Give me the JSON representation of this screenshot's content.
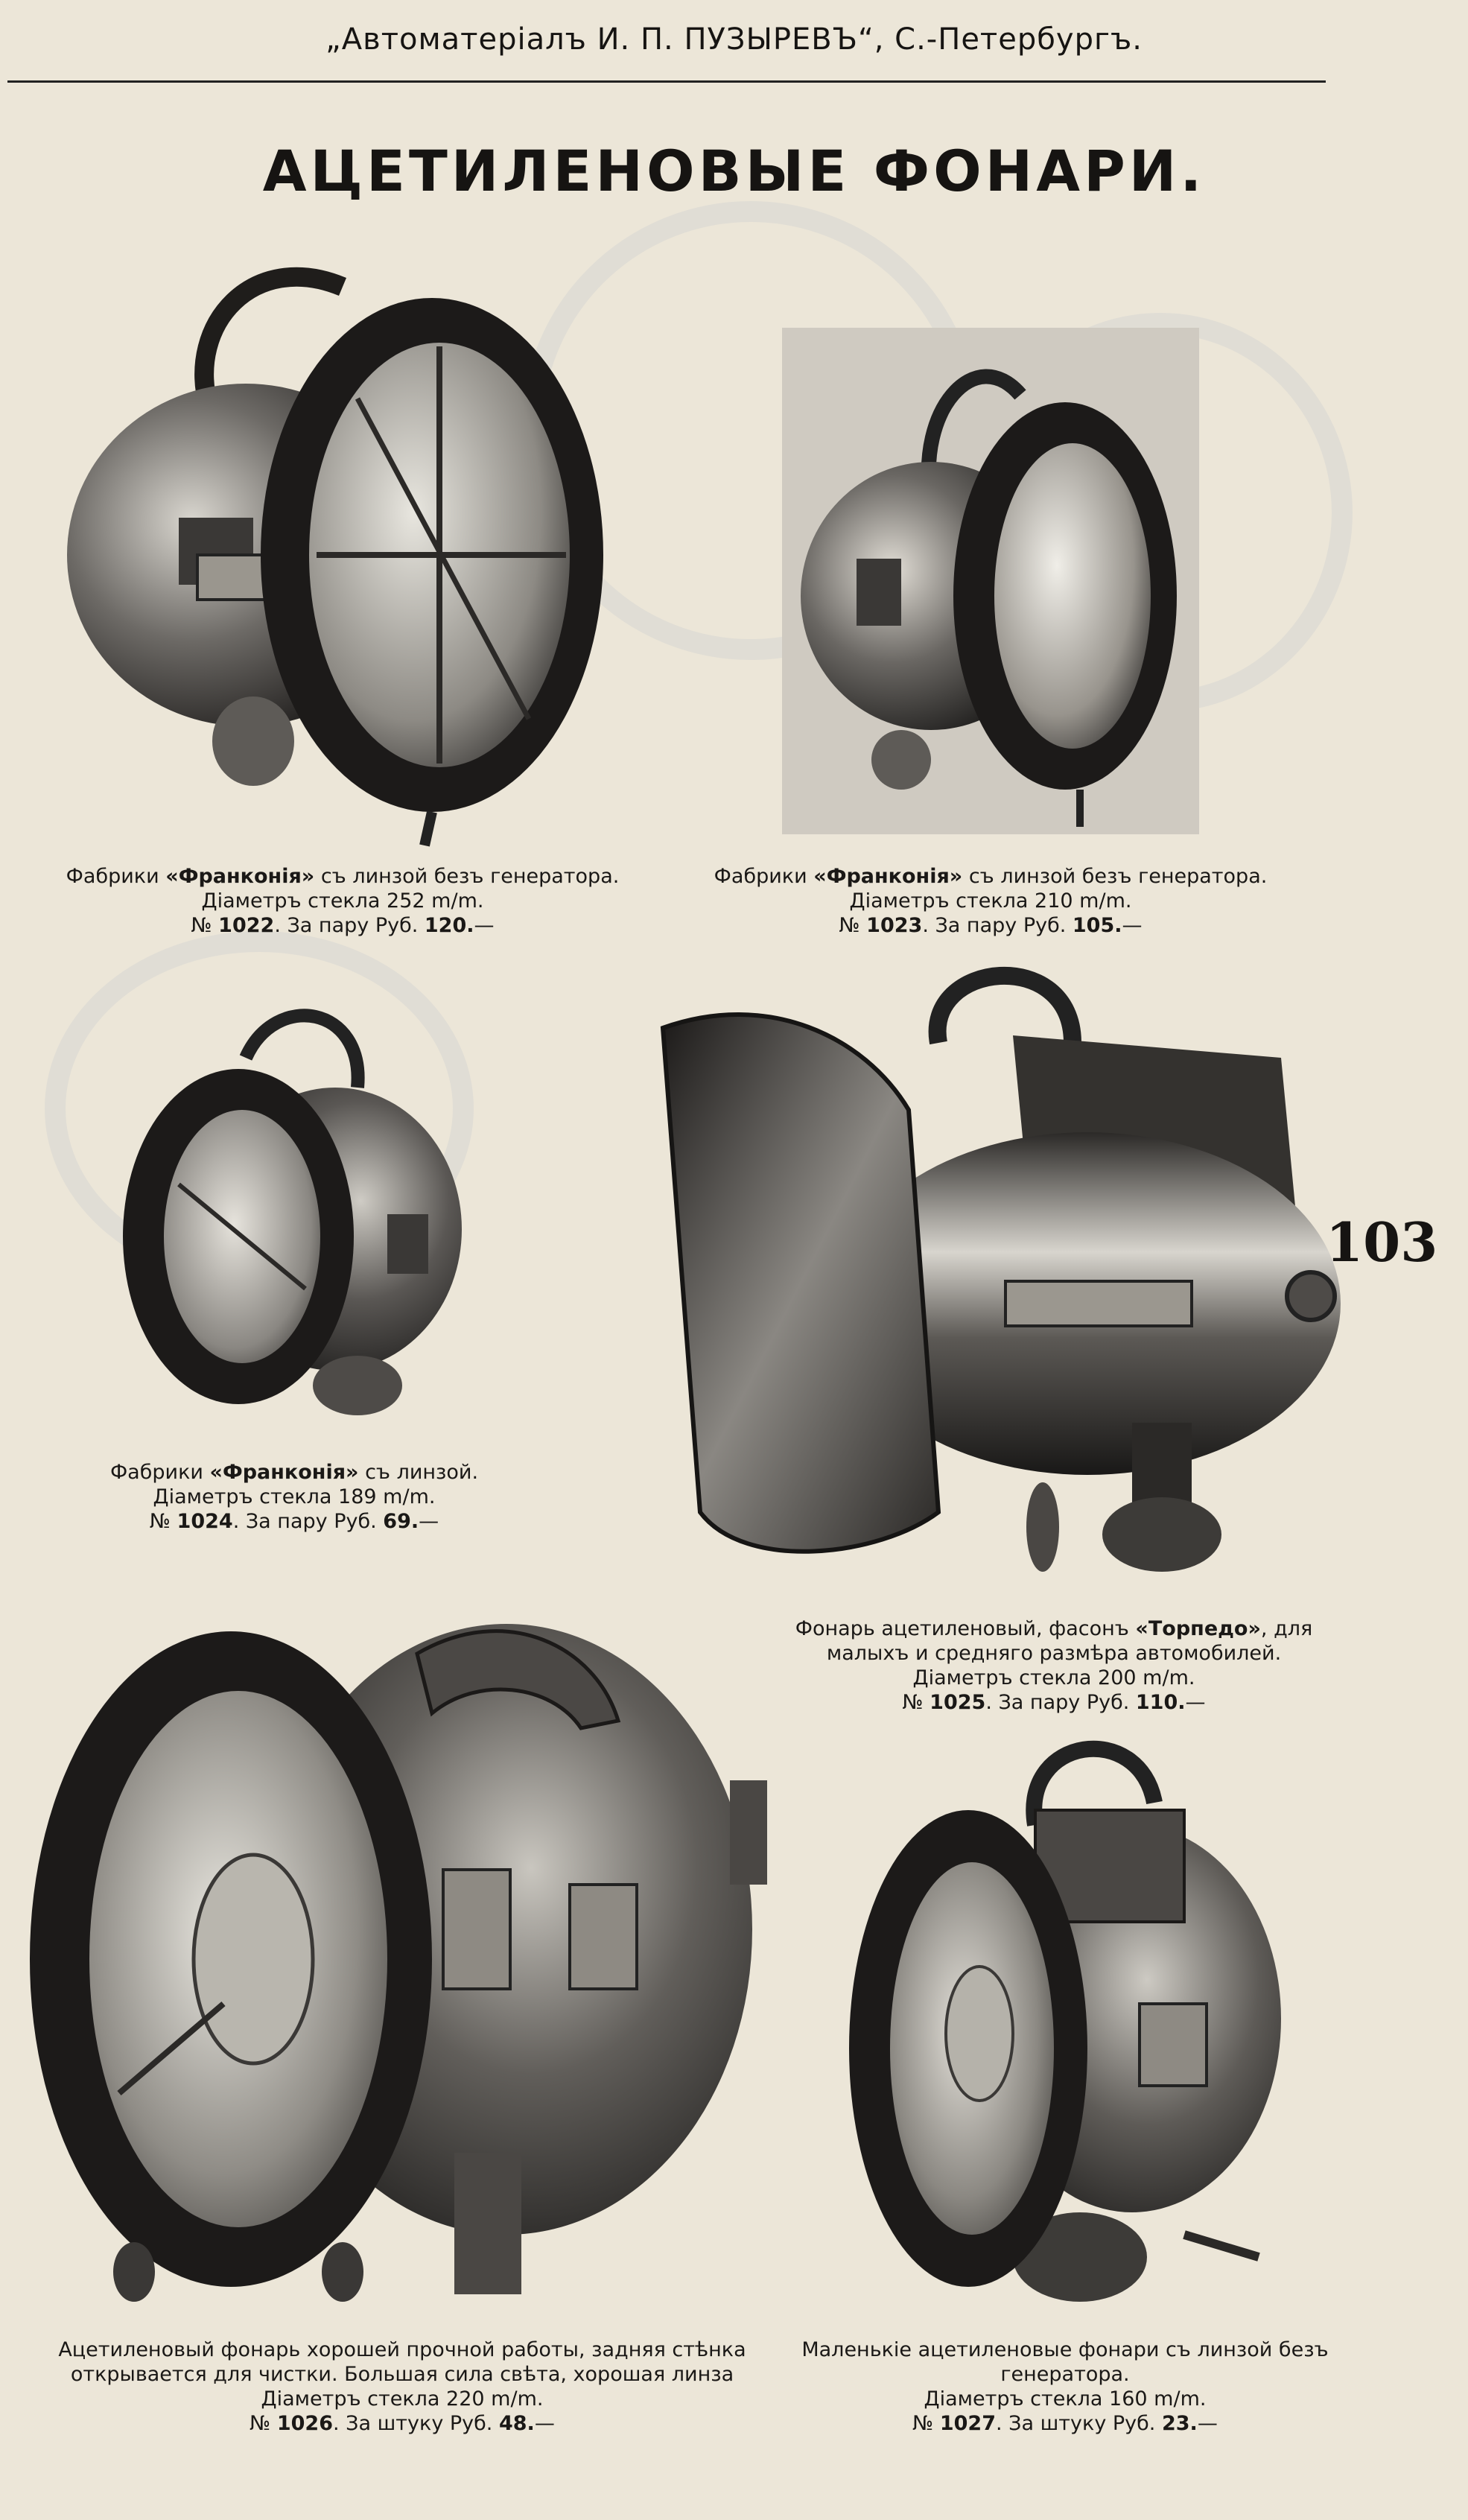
{
  "header": {
    "text": "„Автоматеріалъ И. П. ПУЗЫРЕВЪ“, С.-Петербургъ."
  },
  "title": "АЦЕТИЛЕНОВЫЕ ФОНАРИ.",
  "page_number": "103",
  "items": [
    {
      "number": "1022",
      "line1_pre": "Фабрики ",
      "line1_brand": "«Франконія»",
      "line1_post": " съ линзой безъ генератора.",
      "line2": "Діаметръ стекла 252 m/m.",
      "line3_pre": "№ ",
      "line3_num": "1022",
      "line3_mid": ". За пару Руб. ",
      "line3_price": "120.",
      "line3_post": "—"
    },
    {
      "number": "1023",
      "line1_pre": "Фабрики ",
      "line1_brand": "«Франконія»",
      "line1_post": " съ линзой безъ генератора.",
      "line2": "Діаметръ стекла 210 m/m.",
      "line3_pre": "№ ",
      "line3_num": "1023",
      "line3_mid": ". За пару Руб. ",
      "line3_price": "105.",
      "line3_post": "—"
    },
    {
      "number": "1024",
      "line1_pre": "Фабрики ",
      "line1_brand": "«Франконія»",
      "line1_post": " съ линзой.",
      "line2": "Діаметръ стекла 189 m/m.",
      "line3_pre": "№ ",
      "line3_num": "1024",
      "line3_mid": ". За пару Руб. ",
      "line3_price": "69.",
      "line3_post": "—"
    },
    {
      "number": "1025",
      "line1_pre": "Фонарь ацетиленовый, фасонъ ",
      "line1_brand": "«Торпедо»",
      "line1_post": ", для",
      "line2": "малыхъ и средняго размѣра автомобилей.",
      "line3": "Діаметръ стекла 200 m/m.",
      "line4_pre": "№ ",
      "line4_num": "1025",
      "line4_mid": ". За пару Руб. ",
      "line4_price": "110.",
      "line4_post": "—"
    },
    {
      "number": "1026",
      "line1": "Ацетиленовый фонарь хорошей прочной работы, задняя стѣнка",
      "line2": "открывается для чистки. Большая сила свѣта, хорошая линза",
      "line3": "Діаметръ стекла 220 m/m.",
      "line4_pre": "№ ",
      "line4_num": "1026",
      "line4_mid": ". За штуку Руб. ",
      "line4_price": "48.",
      "line4_post": "—"
    },
    {
      "number": "1027",
      "line1": "Маленькіе ацетиленовые фонари съ линзой безъ",
      "line2": "генератора.",
      "line3": "Діаметръ стекла 160 m/m.",
      "line4_pre": "№ ",
      "line4_num": "1027",
      "line4_mid": ". За штуку Руб. ",
      "line4_price": "23.",
      "line4_post": "—"
    }
  ]
}
